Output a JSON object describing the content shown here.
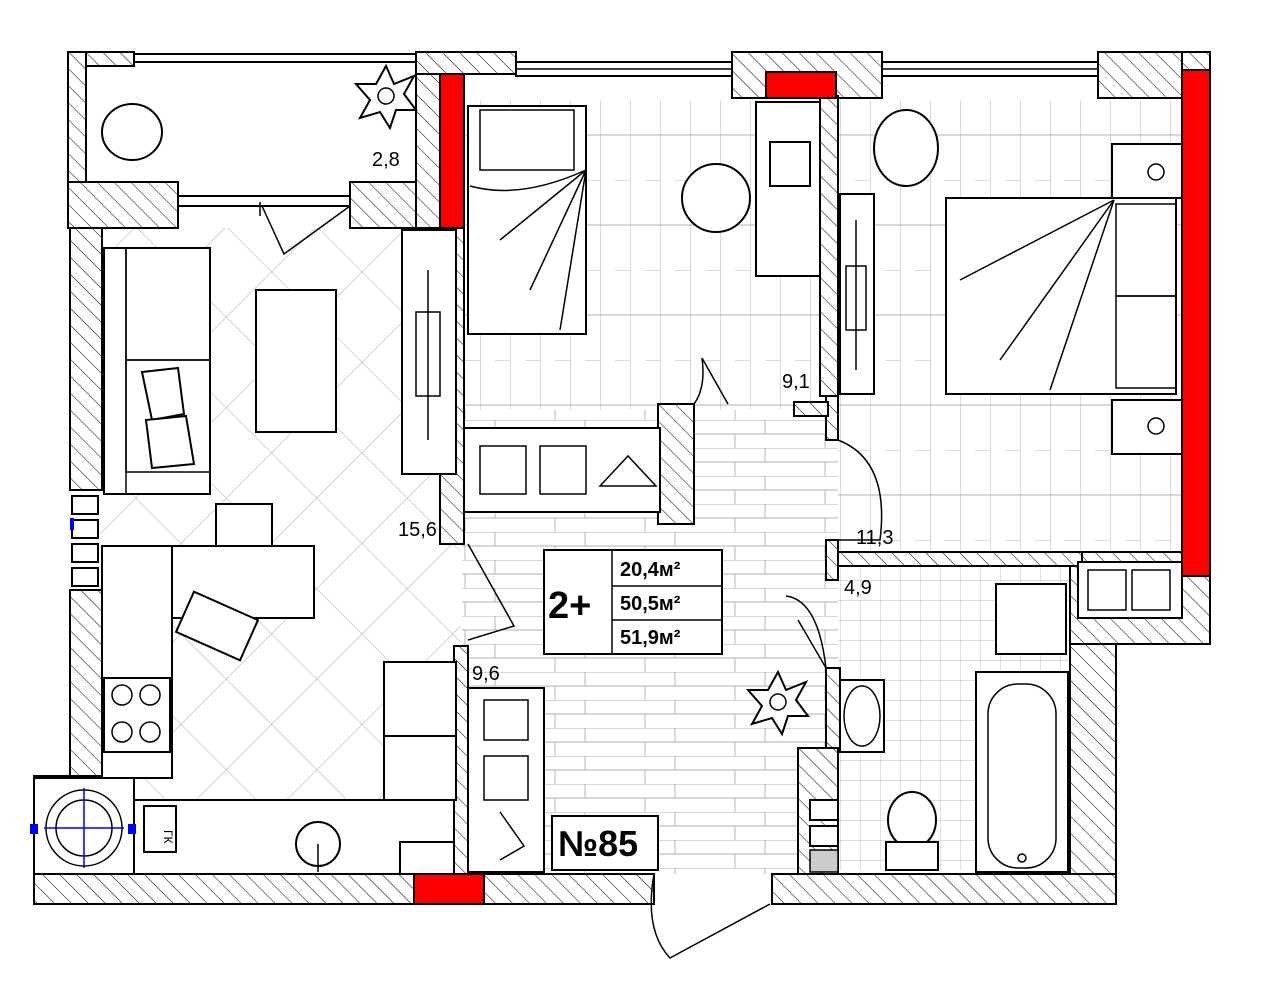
{
  "plan": {
    "rooms": [
      {
        "id": "balcony",
        "area": "2,8"
      },
      {
        "id": "living-kitchen",
        "area": "15,6"
      },
      {
        "id": "bedroom-small",
        "area": "9,1"
      },
      {
        "id": "bedroom-large",
        "area": "11,3"
      },
      {
        "id": "bathroom",
        "area": "4,9"
      },
      {
        "id": "hallway",
        "area": "9,6"
      }
    ],
    "info": {
      "rooms_count": "2+",
      "area_living": "20,4м²",
      "area_total": "50,5м²",
      "area_total_balcony": "51,9м²"
    },
    "unit_number": "№85",
    "boiler_label": "ГК",
    "colors": {
      "bearing_wall": "#ff0000",
      "utility": "#0000ff",
      "wall_hatch": "#000000"
    },
    "icons": [
      "sofa-icon",
      "table-icon",
      "chair-icon",
      "stove-icon",
      "sink-icon",
      "bed-icon",
      "desk-icon",
      "laptop-icon",
      "plant-icon",
      "wardrobe-icon",
      "hanger-icon",
      "bathtub-icon",
      "toilet-icon",
      "washbasin-icon",
      "washing-machine-icon",
      "boiler-icon",
      "nightstand-icon"
    ]
  }
}
